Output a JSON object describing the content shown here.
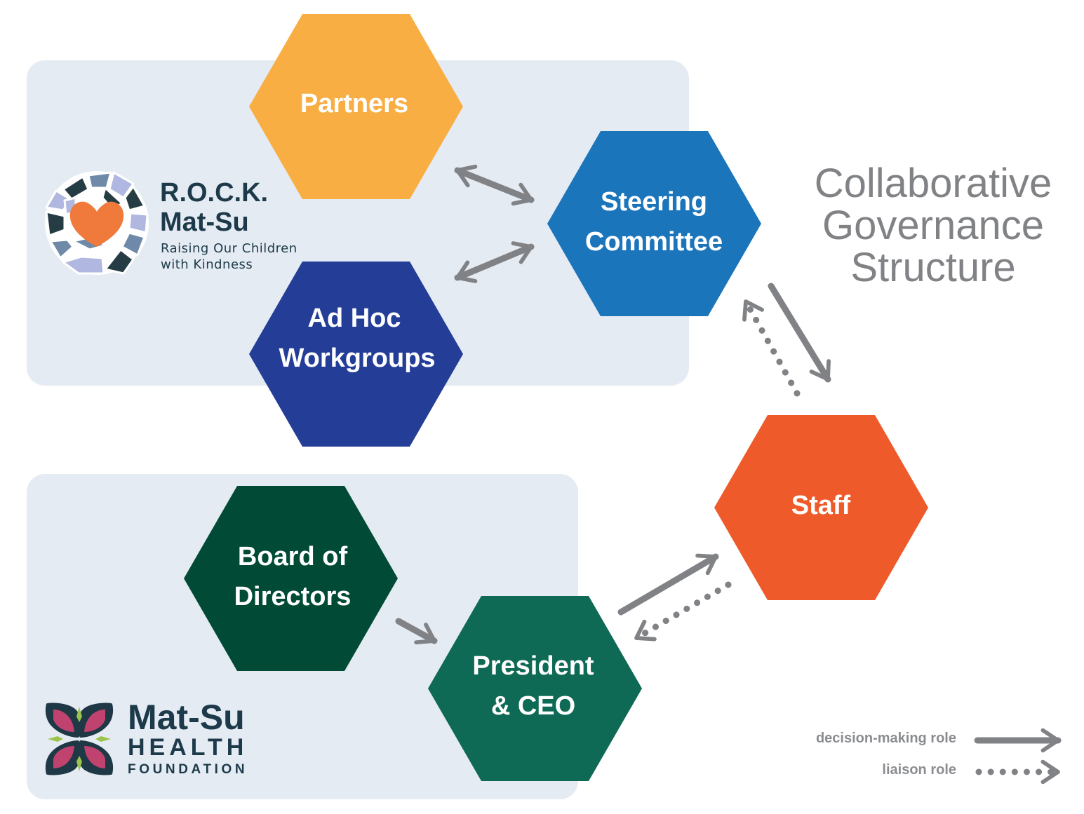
{
  "title": {
    "line1": "Collaborative",
    "line2": "Governance",
    "line3": "Structure"
  },
  "nodes": {
    "partners": {
      "label": "Partners",
      "color": "#f8ae42"
    },
    "steering": {
      "line1": "Steering",
      "line2": "Committee",
      "color": "#1b75bb"
    },
    "adhoc": {
      "line1": "Ad Hoc",
      "line2": "Workgroups",
      "color": "#243e97"
    },
    "staff": {
      "label": "Staff",
      "color": "#ee5a2a"
    },
    "board": {
      "line1": "Board of",
      "line2": "Directors",
      "color": "#014b36"
    },
    "ceo": {
      "line1": "President",
      "line2": "& CEO",
      "color": "#0e6a54"
    }
  },
  "connections": [
    {
      "from": "Partners",
      "to": "Steering Committee",
      "type": "decision-making",
      "direction": "both"
    },
    {
      "from": "Ad Hoc Workgroups",
      "to": "Steering Committee",
      "type": "decision-making",
      "direction": "both"
    },
    {
      "from": "Steering Committee",
      "to": "Staff",
      "type": "decision-making",
      "direction": "forward"
    },
    {
      "from": "Staff",
      "to": "Steering Committee",
      "type": "liaison",
      "direction": "forward"
    },
    {
      "from": "Board of Directors",
      "to": "President & CEO",
      "type": "decision-making",
      "direction": "forward"
    },
    {
      "from": "President & CEO",
      "to": "Staff",
      "type": "decision-making",
      "direction": "forward"
    },
    {
      "from": "Staff",
      "to": "President & CEO",
      "type": "liaison",
      "direction": "forward"
    }
  ],
  "logos": {
    "rock": {
      "name_line1": "R.O.C.K.",
      "name_line2": "Mat-Su",
      "tagline_line1": "Raising Our Children",
      "tagline_line2": "with Kindness"
    },
    "msh": {
      "name_line1": "Mat-Su",
      "name_line2": "HEALTH",
      "name_line3": "FOUNDATION"
    }
  },
  "legend": {
    "decision": "decision-making role",
    "liaison": "liaison role"
  },
  "colors": {
    "panel": "#e5ebf3",
    "arrow": "#808285",
    "title": "#808285",
    "logo_text": "#1d3a4a"
  }
}
